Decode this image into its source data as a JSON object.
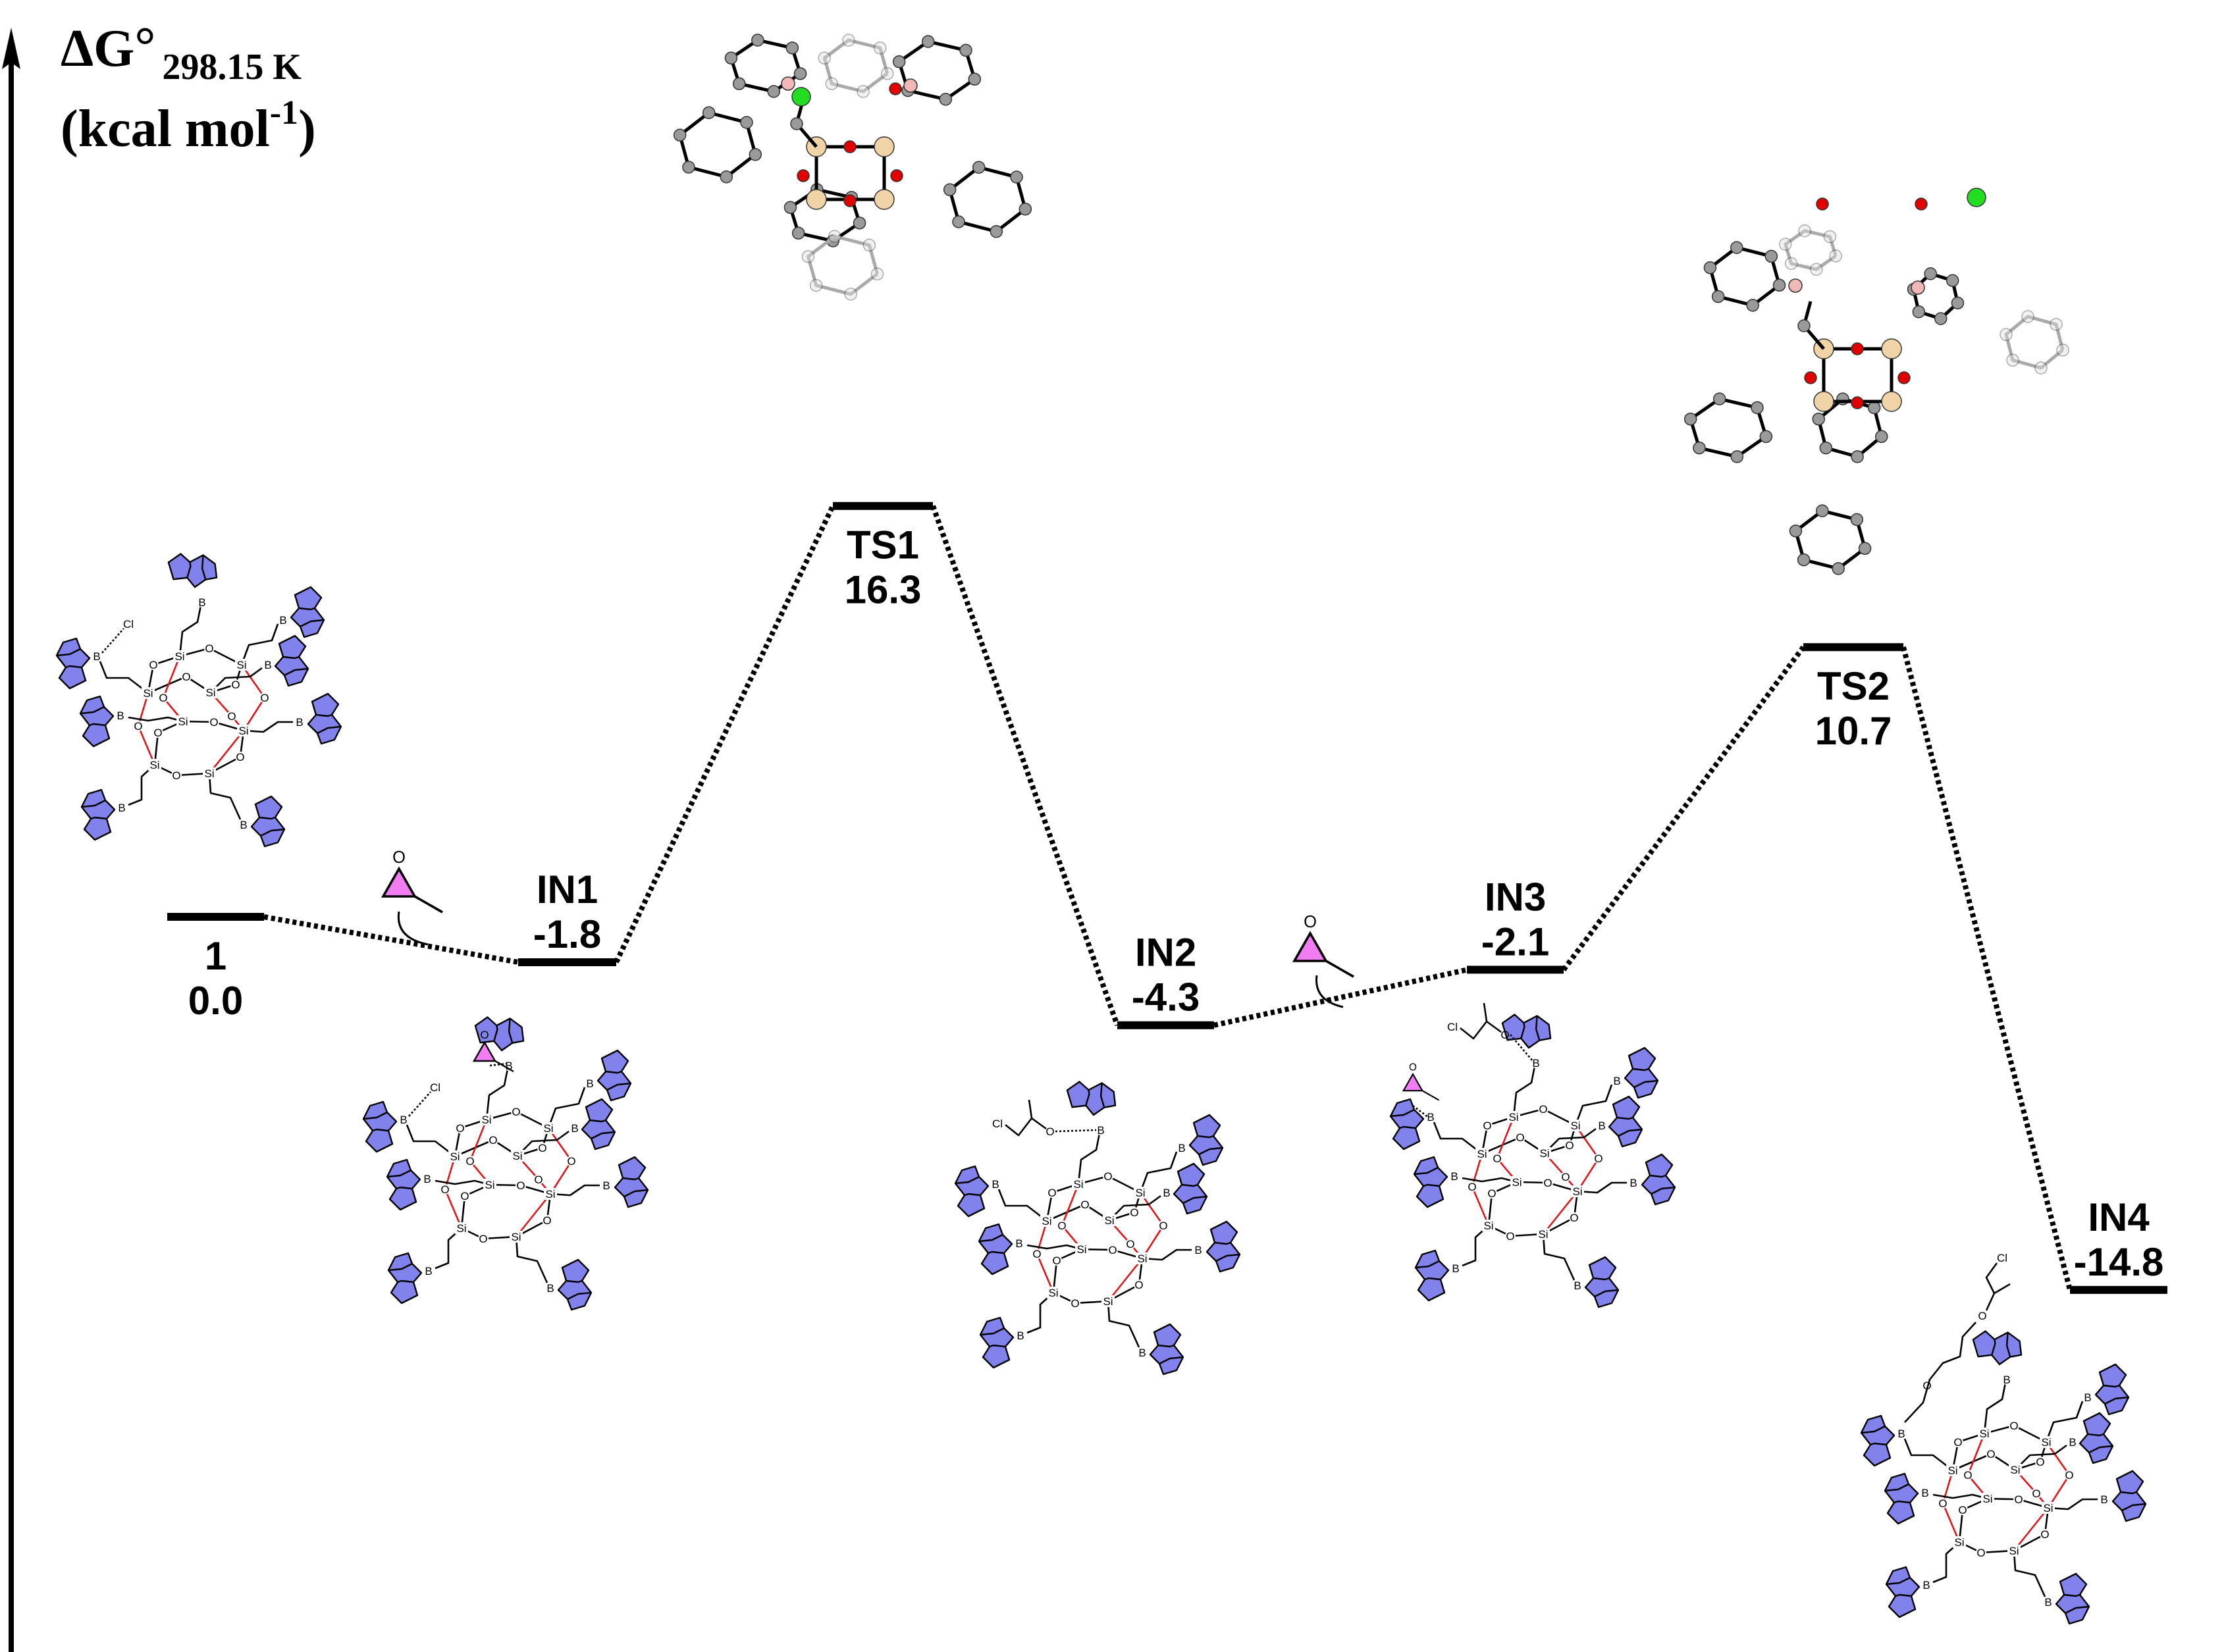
{
  "axis": {
    "delta": "ΔG",
    "degree": "°",
    "subscript": "298.15 K",
    "unit_open": "(kcal mol",
    "unit_exp": "-1",
    "unit_close": ")"
  },
  "energy_profile": {
    "levels": [
      {
        "label": "1",
        "value": "0.0",
        "energy": 0.0
      },
      {
        "label": "IN1",
        "value": "-1.8",
        "energy": -1.8
      },
      {
        "label": "TS1",
        "value": "16.3",
        "energy": 16.3
      },
      {
        "label": "IN2",
        "value": "-4.3",
        "energy": -4.3
      },
      {
        "label": "IN3",
        "value": "-2.1",
        "energy": -2.1
      },
      {
        "label": "TS2",
        "value": "10.7",
        "energy": 10.7
      },
      {
        "label": "IN4",
        "value": "-14.8",
        "energy": -14.8
      }
    ]
  },
  "atoms": {
    "si": "Si",
    "o": "O",
    "b": "B",
    "cl": "Cl"
  },
  "colors": {
    "borane": "#8282ec",
    "epoxide": "#f27cf2",
    "red_bond": "#e0161b",
    "si_ball": "#f0d4a8",
    "o_ball": "#e00000",
    "cl_ball": "#22dd22",
    "b_ball": "#f2b8b8",
    "c_ball": "#9a9a9a"
  }
}
